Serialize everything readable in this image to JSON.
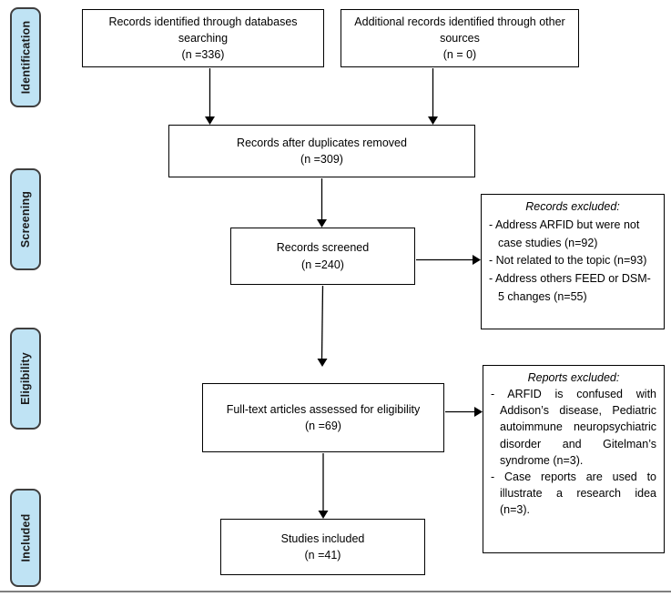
{
  "sidebar": {
    "fill_color": "#bfe3f4",
    "border_color": "#3f3f3f",
    "stages": [
      {
        "label": "Identification"
      },
      {
        "label": "Screening"
      },
      {
        "label": "Eligibility"
      },
      {
        "label": "Included"
      }
    ]
  },
  "flow": {
    "db_search": {
      "title": "Records identified through databases searching",
      "count": "(n =336)"
    },
    "other_sources": {
      "title": "Additional records identified through other sources",
      "count": "(n = 0)"
    },
    "duplicates_removed": {
      "title": "Records after duplicates removed",
      "count": "(n =309)"
    },
    "records_screened": {
      "title": "Records screened",
      "count": "(n =240)"
    },
    "records_excluded": {
      "title": "Records excluded:",
      "items": [
        "- Address ARFID but were not case studies (n=92)",
        "- Not related to the topic (n=93)",
        "- Address others FEED or DSM-5 changes (n=55)"
      ]
    },
    "fulltext_assessed": {
      "title": "Full-text articles assessed for eligibility",
      "count": "(n =69)"
    },
    "reports_excluded": {
      "title": "Reports excluded:",
      "items": [
        "- ARFID is confused with Addison’s disease, Pediatric autoimmune neuropsychiatric disorder and Gitelman’s syndrome (n=3).",
        "- Case reports are used to illustrate a research idea (n=3)."
      ]
    },
    "studies_included": {
      "title": "Studies included",
      "count": "(n =41)"
    }
  }
}
